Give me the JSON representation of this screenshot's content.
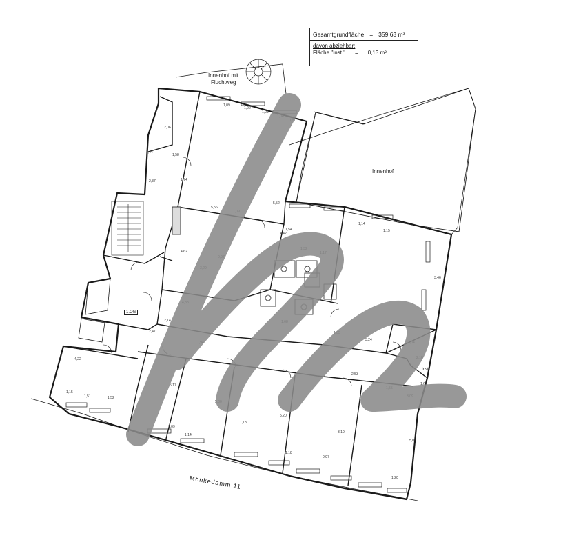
{
  "legend": {
    "gross_area_label": "Gesamtgrundfläche",
    "equals": "=",
    "gross_area_value": "359,63 m²",
    "deductible_label": "davon abziehbar:",
    "inst_label": "Fläche \"Inst.\"",
    "inst_equals": "=",
    "inst_value": "0,13 m²"
  },
  "labels": {
    "innenhof_fluchtweg_1": "Innenhof mit",
    "innenhof_fluchtweg_2": "Fluchtweg",
    "innenhof": "Innenhof",
    "floor": "1.OG",
    "inst": "Inst.",
    "street": "Mönkedamm 11"
  },
  "dimensions": [
    "2,06",
    "4,44",
    "2,37",
    "1,74",
    "1,58",
    "1,09",
    "1,22",
    "1,09",
    "1,04",
    "1,50",
    "5,56",
    "1,09",
    "4,62",
    "5,52",
    "4,42",
    "1,54",
    "1,32",
    "1,17",
    "0,97",
    "3,29",
    "1,14",
    "1,15",
    "3,46",
    "4,38",
    "2,14",
    "2,47",
    "1,94",
    "1,68",
    "1,05",
    "3,24",
    "2,04",
    "4,22",
    "1,15",
    "1,51",
    "1,52",
    "1,09",
    "1,14",
    "5,00",
    "5,17",
    "2,53",
    "1,18",
    "5,20",
    "3,10",
    "1,55",
    "5,06",
    "1,20",
    "0,97",
    "2,10",
    "3,09",
    "1,18",
    "1,63"
  ],
  "colors": {
    "watermark": "#8a8a8a",
    "lines": "#1a1a1a"
  }
}
